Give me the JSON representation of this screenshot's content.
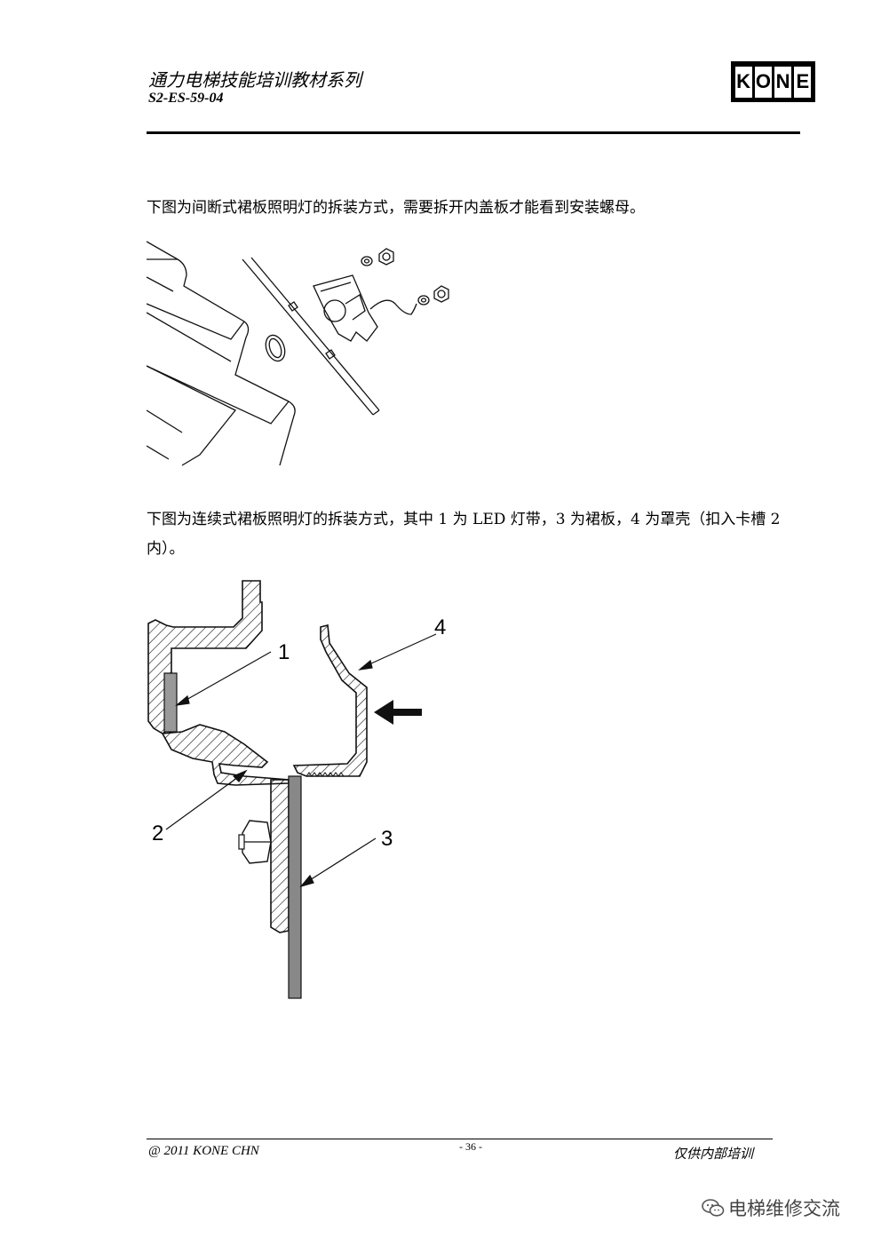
{
  "header": {
    "title": "通力电梯技能培训教材系列",
    "code": "S2-ES-59-04",
    "logo_letters": [
      "K",
      "O",
      "N",
      "E"
    ]
  },
  "body": {
    "paragraph1": "下图为间断式裙板照明灯的拆装方式，需要拆开内盖板才能看到安装螺母。",
    "paragraph2": "下图为连续式裙板照明灯的拆装方式，其中 1 为 LED 灯带，3 为裙板，4 为罩壳（扣入卡槽 2 内）。",
    "figure2_labels": [
      "1",
      "2",
      "3",
      "4"
    ]
  },
  "footer": {
    "copyright": "@ 2011 KONE CHN",
    "page": "- 36 -",
    "note": "仅供内部培训"
  },
  "watermark": {
    "text": "电梯维修交流",
    "icon": "wechat-icon"
  }
}
